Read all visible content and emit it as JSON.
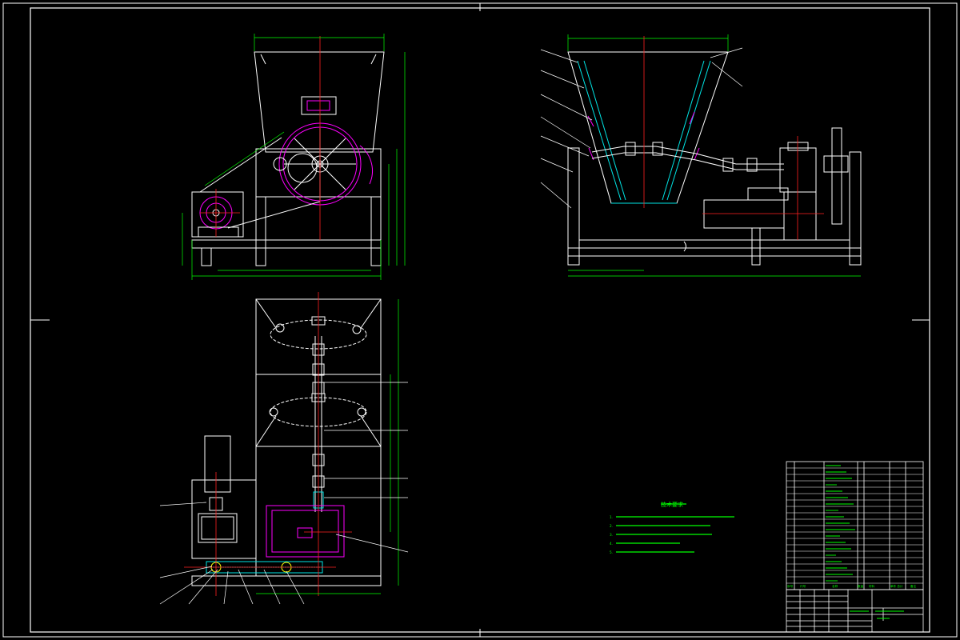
{
  "colors": {
    "background": "#000000",
    "frame": "#ffffff",
    "outline": "#ffffff",
    "centerline": "#ff2020",
    "dimension": "#00ff00",
    "accent_magenta": "#ff00ff",
    "accent_cyan": "#00e5e5",
    "accent_yellow": "#ffff00",
    "text_green": "#00ff00"
  },
  "tech_requirements": {
    "title": "技术要求",
    "items": [
      "1. ",
      "2. ",
      "3. ",
      "4. ",
      "5. "
    ]
  },
  "dimensions": {
    "front_top": "",
    "front_bottom": "",
    "side_top": "",
    "side_bottom": ""
  },
  "callouts": {
    "side_left": [
      "",
      "",
      "",
      "",
      "",
      "",
      ""
    ],
    "side_right": [
      "",
      ""
    ],
    "plan_right": [
      "",
      "",
      "",
      ""
    ],
    "plan_left": [
      "",
      "",
      "",
      "",
      "",
      "",
      "",
      ""
    ]
  },
  "title_block": {
    "drawing_name": "",
    "company": "",
    "bom_header": [
      "序号",
      "代号",
      "名称",
      "数量",
      "材料",
      "单件 总计",
      "备注"
    ]
  }
}
